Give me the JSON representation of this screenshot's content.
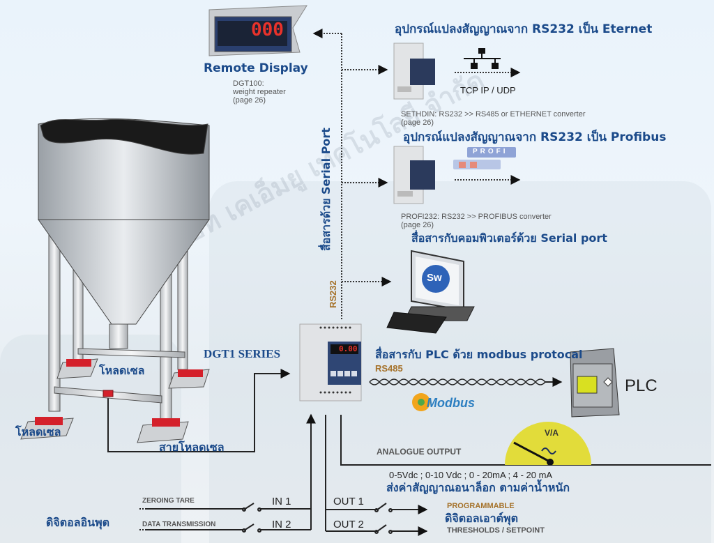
{
  "watermark": "บริษัท เคเอ็มยู เทคโนโลยี จำกัด",
  "colors": {
    "heading_blue": "#1b4a8a",
    "caption_gray": "#555555",
    "caption_orange": "#a5722a",
    "load_cell_red": "#d4202a",
    "analog_meter_yellow": "#e2dc3a",
    "display_red": "#e8322b"
  },
  "remote_display": {
    "title": "Remote Display",
    "model": "DGT100:",
    "desc": "weight repeater",
    "page": "(page 26)",
    "readout": "000"
  },
  "ethernet_converter": {
    "heading": "อุปกรณ์แปลงสัญญาณจาก  RS232 เป็น Eternet",
    "protocol": "TCP IP / UDP",
    "caption": "SETHDIN: RS232 >> RS485 or ETHERNET converter",
    "page": "(page 26)",
    "icon": "network-topology-icon"
  },
  "profibus_converter": {
    "heading": "อุปกรณ์แปลงสัญญาณจาก  RS232 เป็น Profibus",
    "logo": "PROFI",
    "caption": "PROFI232: RS232 >> PROFIBUS converter",
    "page": "(page 26)"
  },
  "computer": {
    "heading": "สื่อสารกับคอมพิวเตอร์ด้วย Serial port",
    "badge": "Sw"
  },
  "serial_bus": {
    "vertical_label": "สื่อสารด้วย Serial Port",
    "rs232_label": "RS232"
  },
  "indicator": {
    "title": "DGT1 SERIES",
    "readout": "0.00"
  },
  "plc": {
    "heading": "สื่อสารกับ PLC ด้วย modbus protocal",
    "bus": "RS485",
    "label": "PLC",
    "logo": "Modbus"
  },
  "silo": {
    "load_cell_label_1": "โหลดเซล",
    "load_cell_label_2": "โหลดเซล",
    "cable_label": "สายโหลดเซล"
  },
  "analog": {
    "label": "ANALOGUE OUTPUT",
    "meter_label": "V/A",
    "ranges": "0-5Vdc ;  0-10 Vdc ;  0 - 20mA ;  4 - 20 mA",
    "heading": "ส่งค่าสัญญาณอนาล็อก ตามค่าน้ำหนัก"
  },
  "digital_inputs": {
    "heading": "ดิจิตอลอินพุต",
    "items": [
      {
        "caption": "ZEROING TARE",
        "label": "IN 1"
      },
      {
        "caption": "DATA TRANSMISSION",
        "label": "IN 2"
      }
    ]
  },
  "digital_outputs": {
    "heading": "ดิจิตอลเอาต์พุต",
    "caption_top": "PROGRAMMABLE",
    "caption_bottom": "THRESHOLDS / SETPOINT",
    "items": [
      {
        "label": "OUT 1"
      },
      {
        "label": "OUT 2"
      }
    ]
  }
}
